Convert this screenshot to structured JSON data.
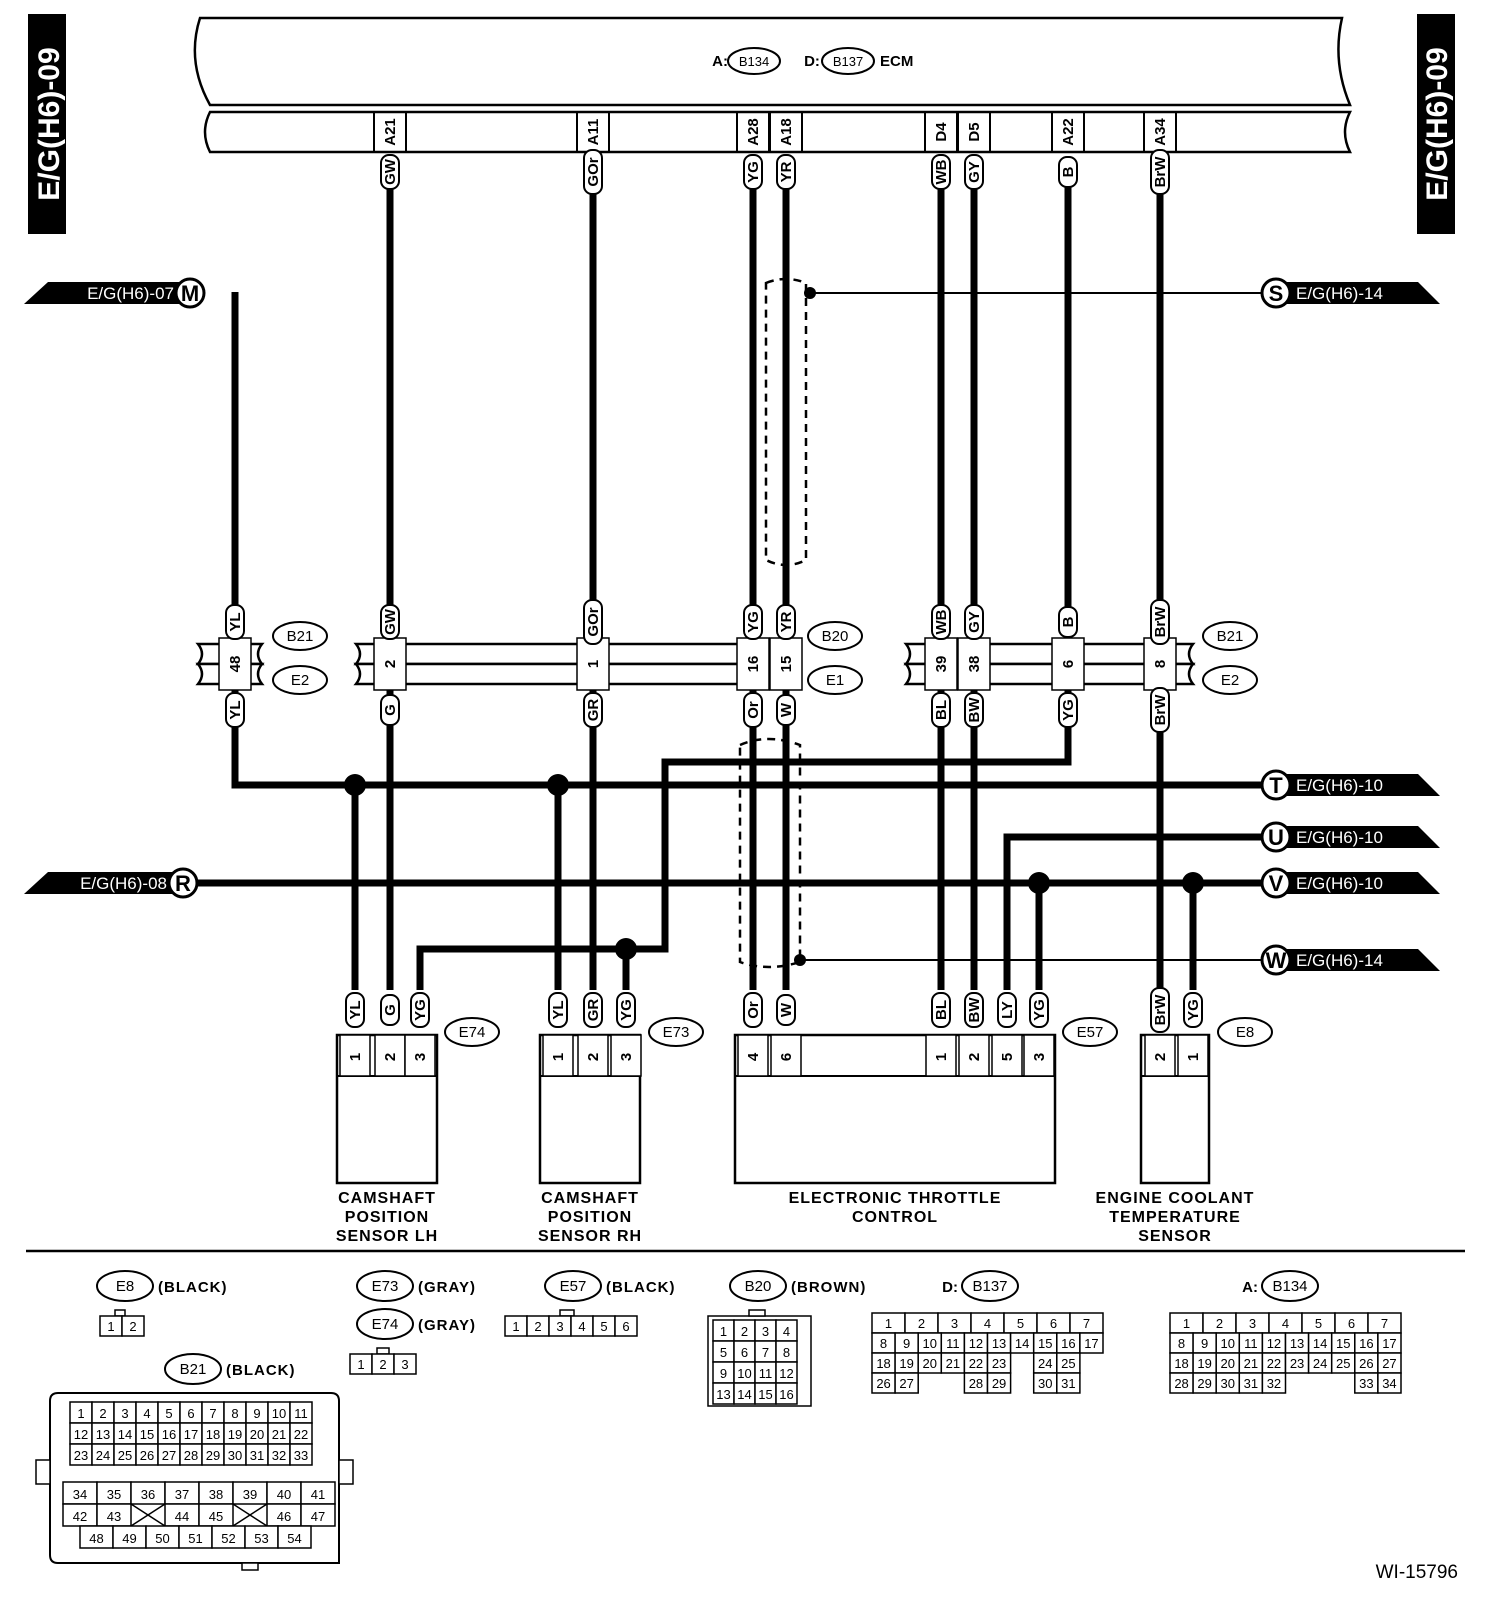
{
  "page_ref": "E/G(H6)-09",
  "footer_code": "WI-15796",
  "ecm": {
    "prefix_a": "A:",
    "connector_a": "B134",
    "prefix_d": "D:",
    "connector_d": "B137",
    "name": "ECM",
    "pins": [
      {
        "pin": "A21",
        "color": "GW"
      },
      {
        "pin": "A11",
        "color": "GOr"
      },
      {
        "pin": "A28",
        "color": "YG"
      },
      {
        "pin": "A18",
        "color": "YR"
      },
      {
        "pin": "D4",
        "color": "WB"
      },
      {
        "pin": "D5",
        "color": "GY"
      },
      {
        "pin": "A22",
        "color": "B"
      },
      {
        "pin": "A34",
        "color": "BrW"
      }
    ]
  },
  "circuit_refs": [
    {
      "letter": "M",
      "page": "E/G(H6)-07"
    },
    {
      "letter": "R",
      "page": "E/G(H6)-08"
    },
    {
      "letter": "S",
      "page": "E/G(H6)-14"
    },
    {
      "letter": "T",
      "page": "E/G(H6)-10"
    },
    {
      "letter": "U",
      "page": "E/G(H6)-10"
    },
    {
      "letter": "V",
      "page": "E/G(H6)-10"
    },
    {
      "letter": "W",
      "page": "E/G(H6)-14"
    }
  ],
  "junctions": [
    {
      "upper": "B21",
      "lower": "E2",
      "pins": [
        {
          "top": "YL",
          "pin": "48",
          "bottom": "YL"
        }
      ]
    },
    {
      "upper": "B20",
      "lower": "E1",
      "pins": [
        {
          "top": "GW",
          "pin": "2",
          "bottom": "G"
        },
        {
          "top": "GOr",
          "pin": "1",
          "bottom": "GR"
        },
        {
          "top": "YG",
          "pin": "16",
          "bottom": "Or"
        },
        {
          "top": "YR",
          "pin": "15",
          "bottom": "W"
        }
      ]
    },
    {
      "upper": "B21",
      "lower": "E2",
      "pins": [
        {
          "top": "WB",
          "pin": "39",
          "bottom": "BL"
        },
        {
          "top": "GY",
          "pin": "38",
          "bottom": "BW"
        },
        {
          "top": "B",
          "pin": "6",
          "bottom": "YG"
        },
        {
          "top": "BrW",
          "pin": "8",
          "bottom": "BrW"
        }
      ]
    }
  ],
  "components": [
    {
      "connector": "E74",
      "name_lines": [
        "CAMSHAFT",
        "POSITION",
        "SENSOR LH"
      ],
      "pins": [
        {
          "color": "YL",
          "pin": "1"
        },
        {
          "color": "G",
          "pin": "2"
        },
        {
          "color": "YG",
          "pin": "3"
        }
      ]
    },
    {
      "connector": "E73",
      "name_lines": [
        "CAMSHAFT",
        "POSITION",
        "SENSOR RH"
      ],
      "pins": [
        {
          "color": "YL",
          "pin": "1"
        },
        {
          "color": "GR",
          "pin": "2"
        },
        {
          "color": "YG",
          "pin": "3"
        }
      ]
    },
    {
      "connector": "E57",
      "name_lines": [
        "ELECTRONIC THROTTLE",
        "CONTROL"
      ],
      "pins": [
        {
          "color": "Or",
          "pin": "4"
        },
        {
          "color": "W",
          "pin": "6"
        },
        {
          "color": "BL",
          "pin": "1"
        },
        {
          "color": "BW",
          "pin": "2"
        },
        {
          "color": "LY",
          "pin": "5"
        },
        {
          "color": "YG",
          "pin": "3"
        }
      ]
    },
    {
      "connector": "E8",
      "name_lines": [
        "ENGINE COOLANT",
        "TEMPERATURE",
        "SENSOR"
      ],
      "pins": [
        {
          "color": "BrW",
          "pin": "2"
        },
        {
          "color": "YG",
          "pin": "1"
        }
      ]
    }
  ],
  "connector_views": [
    {
      "id": "E8",
      "prefix": "",
      "color": "(BLACK)",
      "rows": [
        [
          "1",
          "2"
        ]
      ]
    },
    {
      "id": "E73",
      "prefix": "",
      "color": "(GRAY)",
      "rows": []
    },
    {
      "id": "E74",
      "prefix": "",
      "color": "(GRAY)",
      "rows": [
        [
          "1",
          "2",
          "3"
        ]
      ]
    },
    {
      "id": "E57",
      "prefix": "",
      "color": "(BLACK)",
      "rows": [
        [
          "1",
          "2",
          "3",
          "4",
          "5",
          "6"
        ]
      ]
    },
    {
      "id": "B20",
      "prefix": "",
      "color": "(BROWN)",
      "rows": [
        [
          "1",
          "2",
          "3",
          "4"
        ],
        [
          "5",
          "6",
          "7",
          "8"
        ],
        [
          "9",
          "10",
          "11",
          "12"
        ],
        [
          "13",
          "14",
          "15",
          "16"
        ]
      ]
    },
    {
      "id": "B137",
      "prefix": "D:",
      "color": "",
      "rows": [
        [
          "1",
          "2",
          "3",
          "4",
          "5",
          "6",
          "7"
        ],
        [
          "8",
          "9",
          "10",
          "11",
          "12",
          "13",
          "14",
          "15",
          "16",
          "17"
        ],
        [
          "18",
          "19",
          "20",
          "21",
          "22",
          "23",
          "",
          "24",
          "25"
        ],
        [
          "26",
          "27",
          "",
          "",
          "28",
          "29",
          "",
          "30",
          "31"
        ]
      ]
    },
    {
      "id": "B134",
      "prefix": "A:",
      "color": "",
      "rows": [
        [
          "1",
          "2",
          "3",
          "4",
          "5",
          "6",
          "7"
        ],
        [
          "8",
          "9",
          "10",
          "11",
          "12",
          "13",
          "14",
          "15",
          "16",
          "17"
        ],
        [
          "18",
          "19",
          "20",
          "21",
          "22",
          "23",
          "24",
          "25",
          "26",
          "27"
        ],
        [
          "28",
          "29",
          "30",
          "31",
          "32",
          "",
          "",
          "",
          "33",
          "34"
        ]
      ]
    },
    {
      "id": "B21",
      "prefix": "",
      "color": "(BLACK)",
      "rows": [
        [
          "1",
          "2",
          "3",
          "4",
          "5",
          "6",
          "7",
          "8",
          "9",
          "10",
          "11"
        ],
        [
          "12",
          "13",
          "14",
          "15",
          "16",
          "17",
          "18",
          "19",
          "20",
          "21",
          "22"
        ],
        [
          "23",
          "24",
          "25",
          "26",
          "27",
          "28",
          "29",
          "30",
          "31",
          "32",
          "33"
        ],
        [
          "34",
          "35",
          "36",
          "37",
          "38",
          "39",
          "40",
          "41"
        ],
        [
          "42",
          "43",
          "",
          "44",
          "45",
          "",
          "46",
          "47"
        ],
        [
          "48",
          "49",
          "50",
          "51",
          "52",
          "53",
          "54"
        ]
      ]
    }
  ]
}
